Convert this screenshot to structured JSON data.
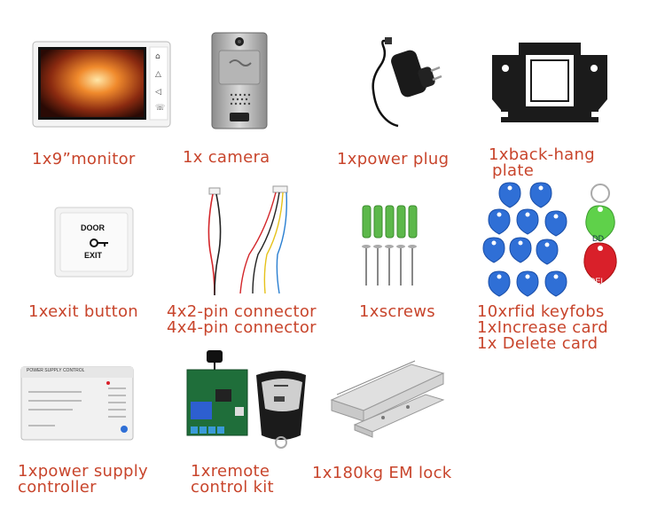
{
  "items": {
    "monitor": {
      "label": "1x9”monitor",
      "buttons": [
        "⌂",
        "△",
        "◁",
        "☏"
      ]
    },
    "camera": {
      "label": "1x camera"
    },
    "power_plug": {
      "label": "1xpower plug"
    },
    "back_plate": {
      "label_line1": "1xback-hang",
      "label_line2": "plate"
    },
    "exit_button": {
      "label": "1xexit button",
      "text_door": "DOOR",
      "text_exit": "EXIT"
    },
    "connectors": {
      "label_line1": "4x2-pin connector",
      "label_line2": "4x4-pin connector"
    },
    "screws": {
      "label": "1xscrews"
    },
    "keyfobs": {
      "label_line1": "10xrfid keyfobs",
      "label_line2": "1xIncrease card",
      "label_line3": "1x Delete card",
      "green_tag_text": "DD",
      "red_tag_text": "DEL"
    },
    "power_supply": {
      "label_line1": "1xpower supply",
      "label_line2": "controller",
      "title": "POWER SUPPLY CONTROL"
    },
    "remote_kit": {
      "label_line1": "1xremote",
      "label_line2": "control kit"
    },
    "em_lock": {
      "label": "1x180kg EM lock"
    }
  },
  "colors": {
    "label": "#c8452c",
    "fob_blue": "#2f6fd6",
    "fob_green": "#5fd14a",
    "fob_red": "#d9202a",
    "pcb_green": "#1f6e3a"
  }
}
